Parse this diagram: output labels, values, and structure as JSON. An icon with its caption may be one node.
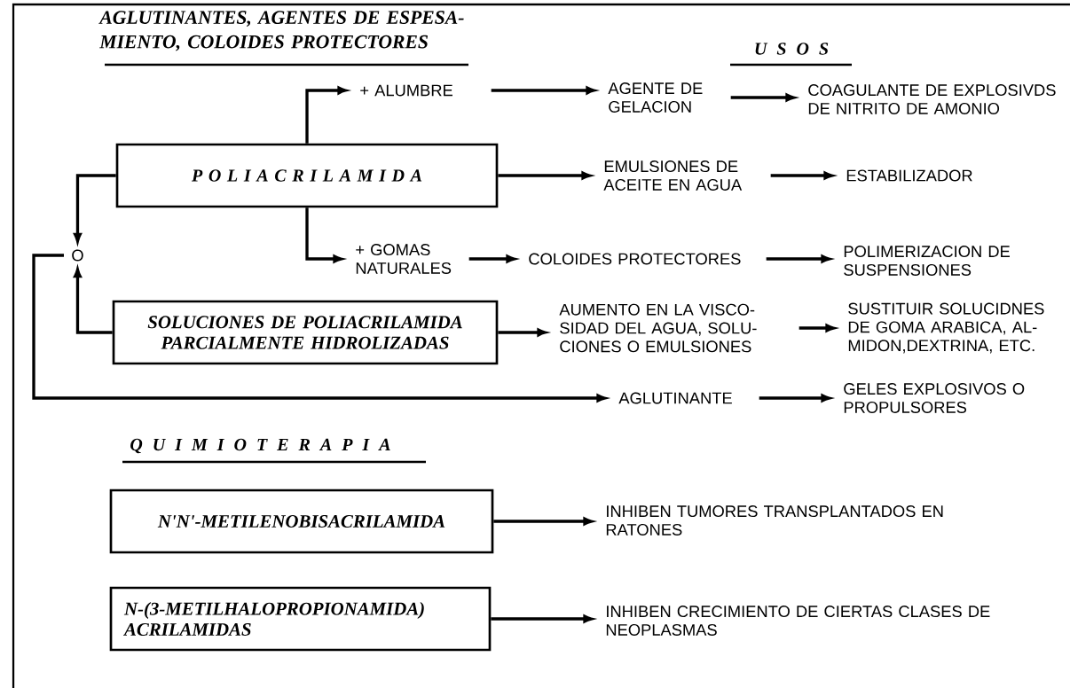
{
  "diagram": {
    "nodes": [
      {
        "text": [
          "P O L I A C R I L A M I D A"
        ]
      },
      {
        "text": [
          "SOLUCIONES DE POLIACRILAMIDA PARCIALMENTE HIDROLIZADAS"
        ]
      },
      {
        "text": [
          "O"
        ]
      },
      {
        "text": [
          "+ ALUMBRE"
        ]
      },
      {
        "text": [
          "AGENTE DE GELACION"
        ]
      },
      {
        "text": [
          "COAGULANTE DE EXPLOSIVDS DE NITRITO DE AMONIO"
        ]
      },
      {
        "text": [
          "EMULSIONES DE ACEITE EN AGUA"
        ]
      },
      {
        "text": [
          "ESTABILIZADOR"
        ]
      },
      {
        "text": [
          "+ GOMAS NATURALES"
        ]
      },
      {
        "text": [
          "COLOIDES PROTECTORES"
        ]
      },
      {
        "text": [
          "POLIMERIZACION DE SUSPENSIONES"
        ]
      },
      {
        "text": [
          "AUMENTO EN LA VISCO- SIDAD DEL AGUA, SOLU- CIONES O EMULSIONES"
        ]
      },
      {
        "text": [
          "SUSTITUIR SOLUCIDNES DE GOMA ARABICA, AL- MIDON,DEXTRINA, ETC."
        ]
      },
      {
        "text": [
          "AGLUTINANTE"
        ]
      },
      {
        "text": [
          "GELES EXPLOSIVOS O PROPULSORES"
        ]
      },
      {
        "text": [
          "N'N'-METILENOBISACRILAMIDA"
        ]
      },
      {
        "text": [
          "N-(3-METILHALOPROPIONAMIDA) ACRILAMIDAS"
        ]
      },
      {
        "text": [
          "INHIBEN TUMORES TRANSPLANTADOS EN RATONES"
        ]
      },
      {
        "text": [
          "INHIBEN CRECIMIENTO DE CIERTAS CLASES DE NEOPLASMAS"
        ]
      }
    ],
    "edges": [
      {
        "from": 0,
        "to": 3,
        "arrow": "to"
      },
      {
        "from": 3,
        "to": 4,
        "arrow": "to"
      },
      {
        "from": 4,
        "to": 5,
        "arrow": "to"
      },
      {
        "from": 0,
        "to": 6,
        "arrow": "to"
      },
      {
        "from": 6,
        "to": 7,
        "arrow": "to"
      },
      {
        "from": 0,
        "to": 8,
        "arrow": "to"
      },
      {
        "from": 8,
        "to": 9,
        "arrow": "to"
      },
      {
        "from": 9,
        "to": 10,
        "arrow": "to"
      },
      {
        "from": 1,
        "to": 11,
        "arrow": "to"
      },
      {
        "from": 11,
        "to": 12,
        "arrow": "to"
      },
      {
        "from": 0,
        "to": 2,
        "arrow": "to"
      },
      {
        "from": 1,
        "to": 2,
        "arrow": "to"
      },
      {
        "from": 2,
        "to": 13,
        "arrow": "to"
      },
      {
        "from": 13,
        "to": 14,
        "arrow": "to"
      },
      {
        "from": 15,
        "to": 17,
        "arrow": "to"
      },
      {
        "from": 16,
        "to": 18,
        "arrow": "to"
      }
    ],
    "labels": [
      "AGLUTINANTES, AGENTES DE ESPESA- MIENTO, COLOIDES PROTECTORES",
      "U S O S",
      "Q U I M I O T E R A P I A"
    ]
  }
}
